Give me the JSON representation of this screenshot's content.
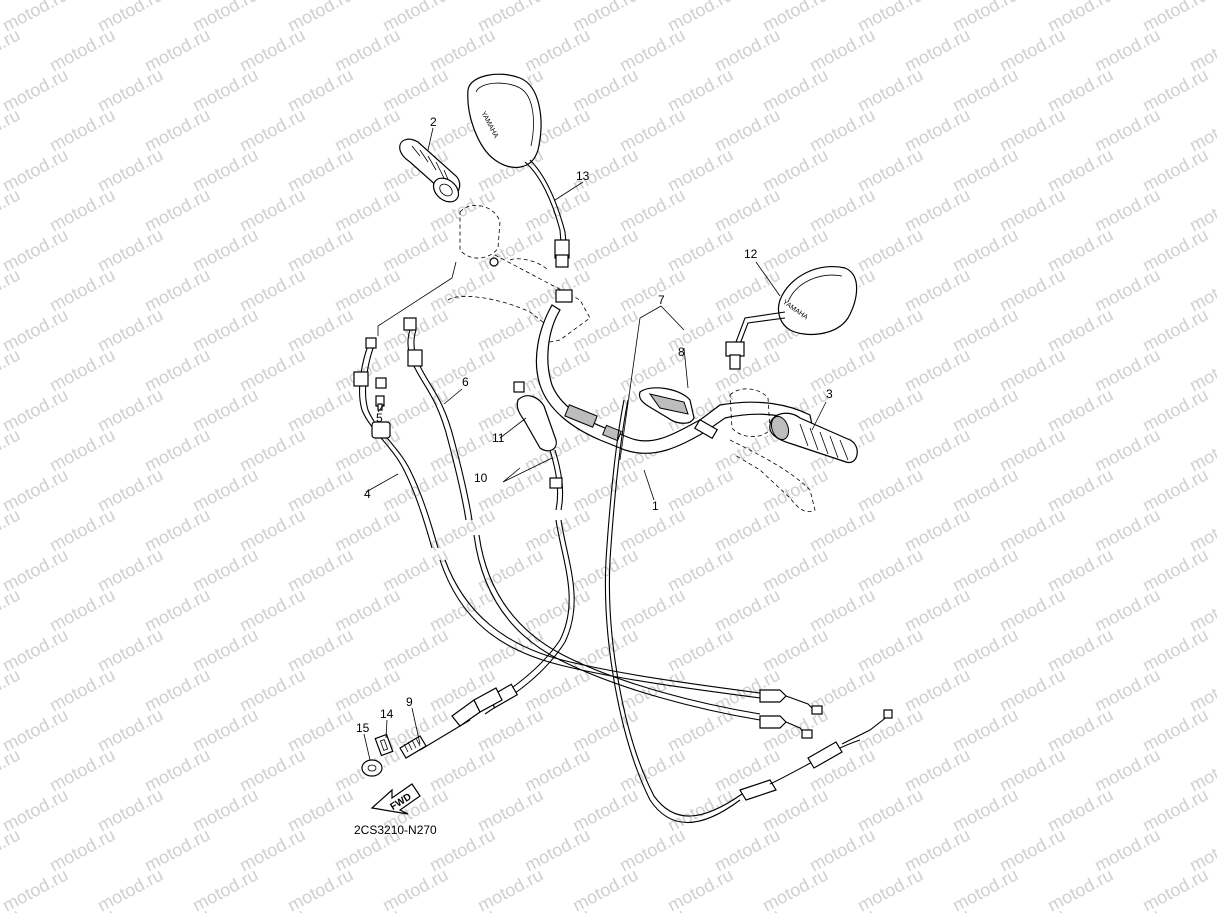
{
  "watermark": "motod.ru",
  "diagram_code": "2CS3210-N270",
  "fwd_label": "FWD",
  "mirror_text": "YAMAHA",
  "callouts": {
    "c1": "1",
    "c2": "2",
    "c3": "3",
    "c4": "4",
    "c5": "5",
    "c6": "6",
    "c7": "7",
    "c8": "8",
    "c9": "9",
    "c10": "10",
    "c11": "11",
    "c12": "12",
    "c13": "13",
    "c14": "14",
    "c15": "15"
  }
}
